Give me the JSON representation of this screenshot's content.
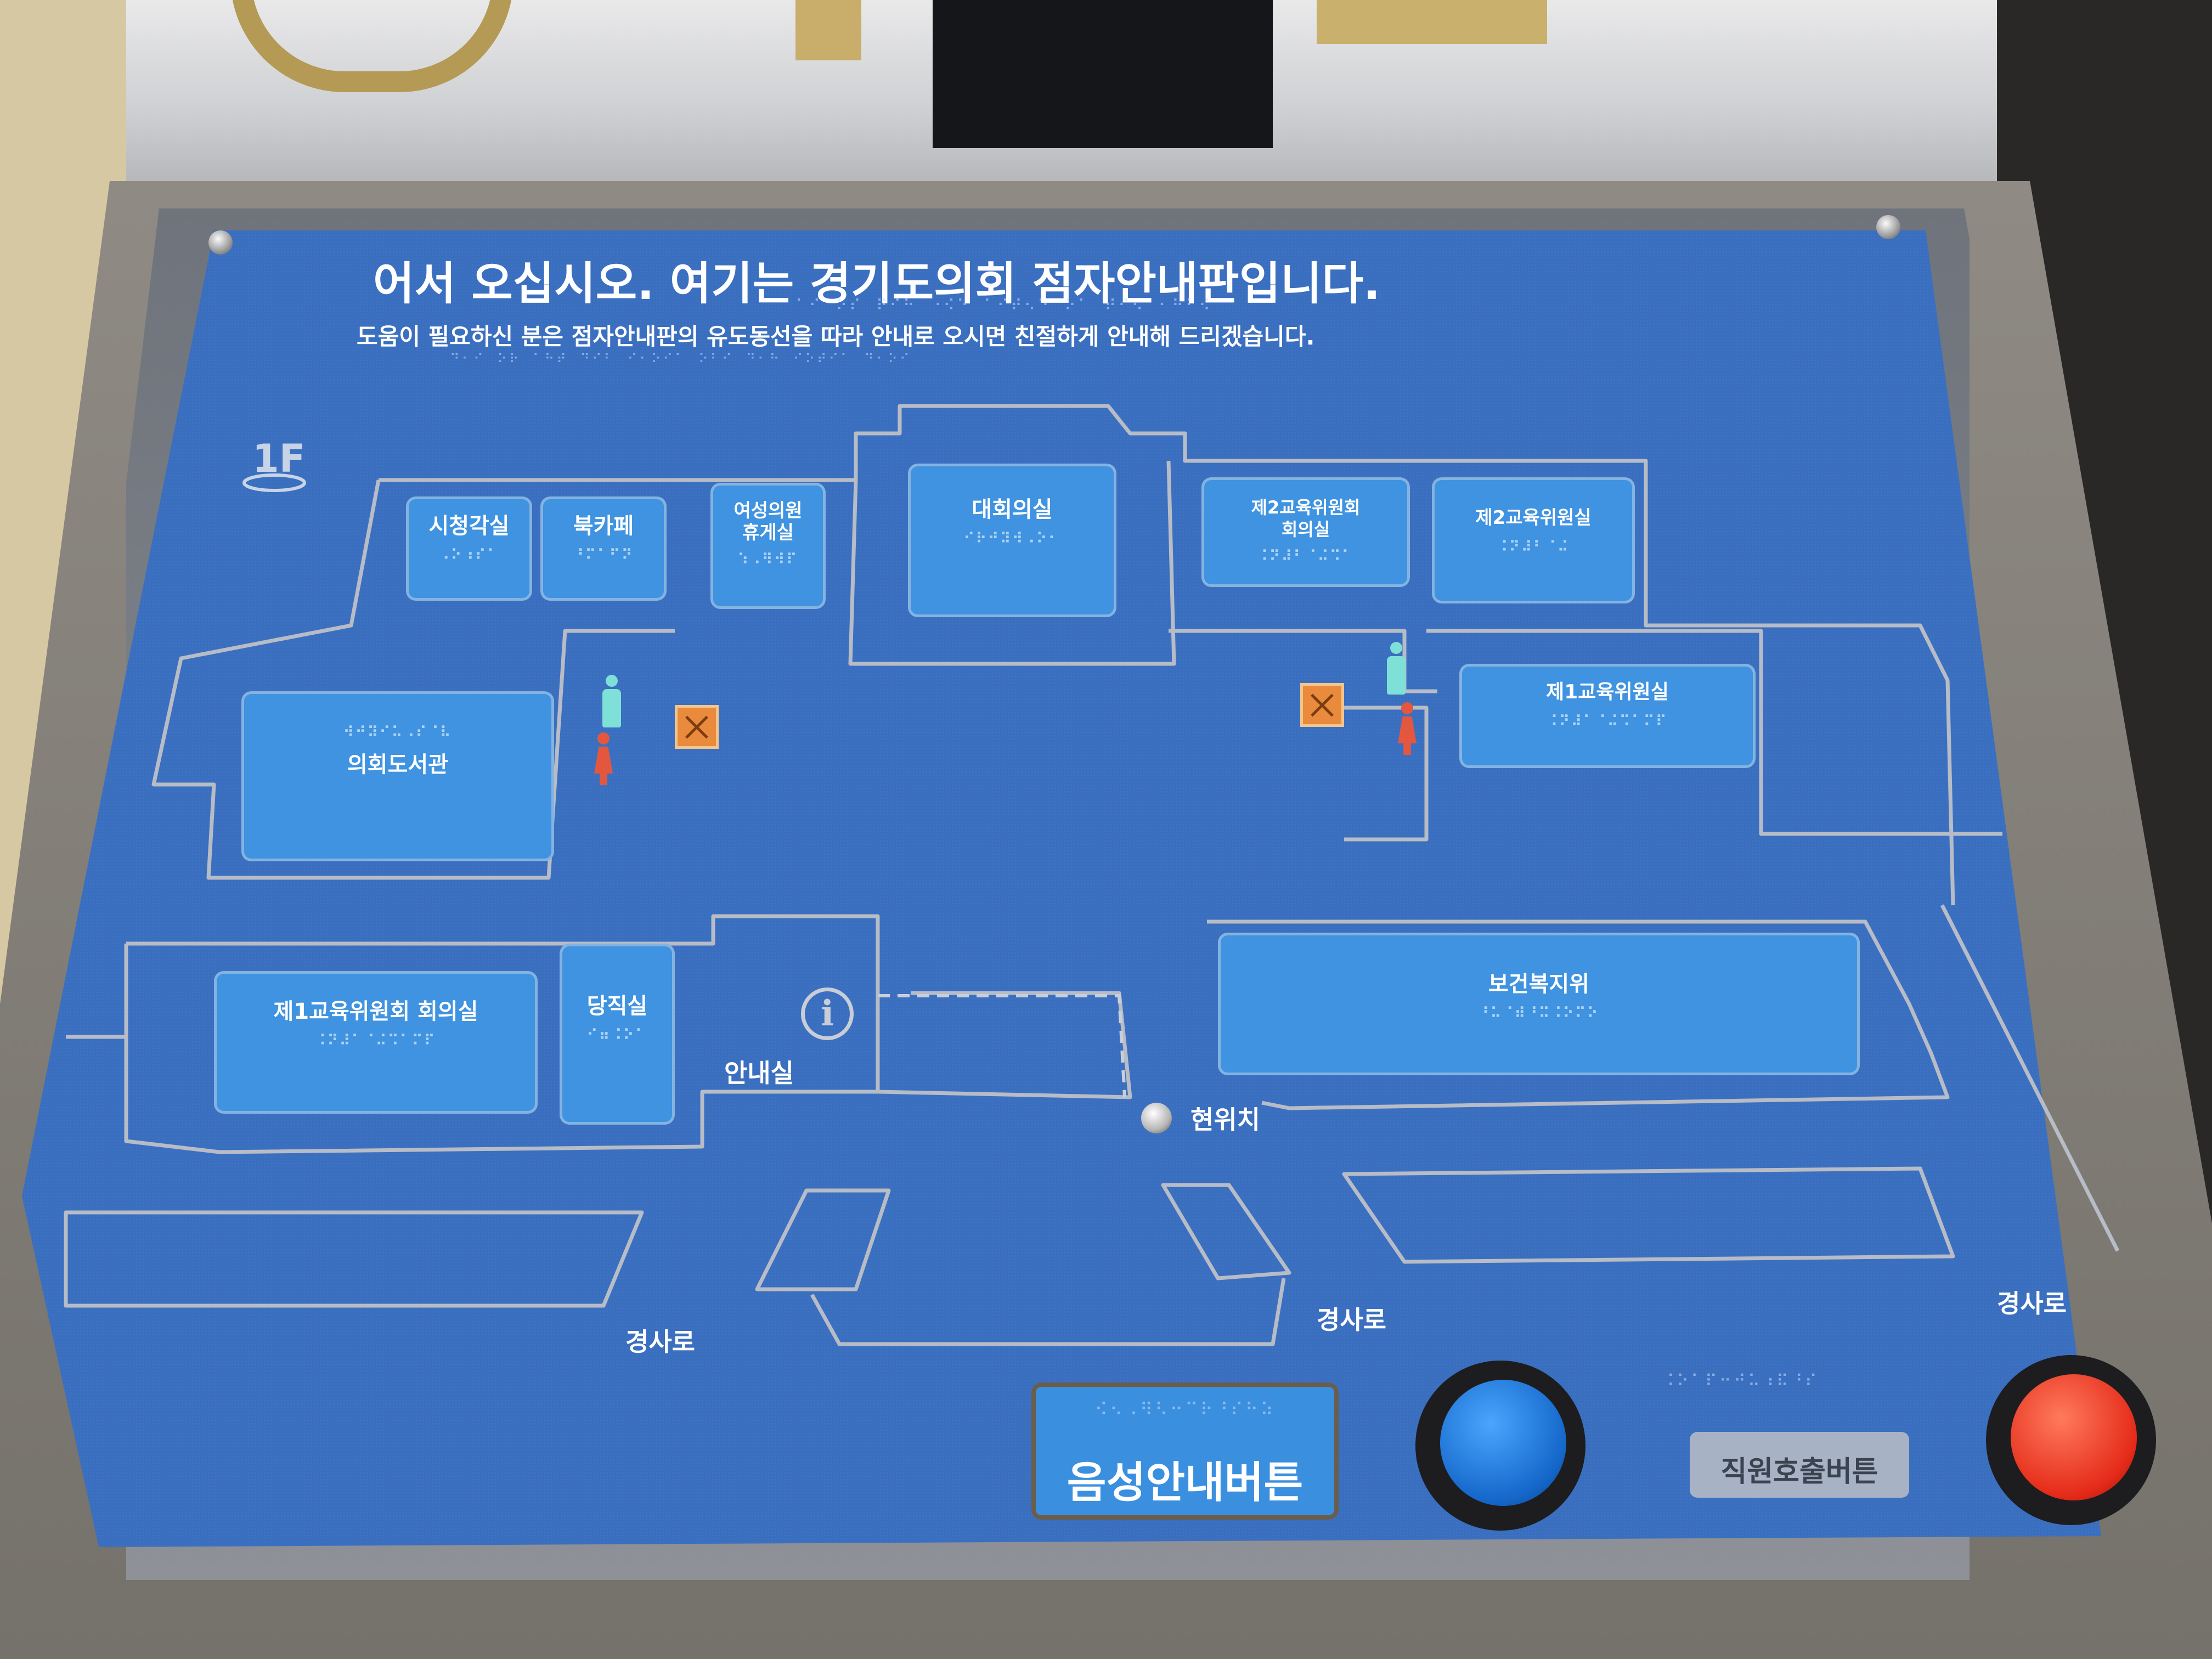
{
  "board": {
    "title": "어서 오십시오. 여기는 경기도의회 점자안내판입니다.",
    "subtitle": "도움이 필요하신 분은 점자안내판의 유도동선을 따라 안내로 오시면 친절하게 안내해 드리겠습니다.",
    "title_braille": "⠁⠊⠀⠕⠎⠀⠟⠊⠓⠀⠐⠪⠑⠀⠁⠊⠞⠢⠑⠀⠕⠁⠀⠞⠊⠢⠀⠂⠓⠃⠪",
    "subtitle_braille": "⠙⠂⠊⠀⠕⠗⠀⠁⠓⠞⠀⠙⠊⠃⠀⠊⠂⠕⠊⠁⠀⠕⠃⠊⠀⠙⠂⠓⠀⠊⠕⠞⠊⠁⠀⠙⠂⠕⠊"
  },
  "floor": {
    "label": "1F"
  },
  "rooms": [
    {
      "id": "viewing-room",
      "label": "시청각실",
      "braille": "⠠⠕⠰⠎⠁"
    },
    {
      "id": "book-cafe",
      "label": "북카페",
      "braille": "⠘⠍⠁⠋⠝"
    },
    {
      "id": "women-lounge",
      "label": "여성의원\n휴게실",
      "braille": "⠱⠠⠻⠺⠏"
    },
    {
      "id": "assembly-hall",
      "label": "대회의실",
      "braille": "⠊⠗⠚⠽⠺⠠⠕⠂"
    },
    {
      "id": "edu-committee-2-meeting",
      "label": "제2교육위원회\n회의실",
      "braille": "⠨⠝⠼⠃⠈⠬⠩⠁"
    },
    {
      "id": "edu-committee-2",
      "label": "제2교육위원실",
      "braille": "⠨⠝⠼⠃⠈⠬"
    },
    {
      "id": "edu-committee-1",
      "label": "제1교육위원실",
      "braille": "⠨⠝⠼⠁⠈⠬⠩⠁⠍⠏"
    },
    {
      "id": "library",
      "label": "의회도서관",
      "braille": "⠺⠚⠽⠊⠥⠠⠎⠈⠧"
    },
    {
      "id": "edu-committee-1-meeting",
      "label": "제1교육위원회 회의실",
      "braille": "⠨⠝⠼⠁⠈⠬⠩⠁⠍⠏"
    },
    {
      "id": "duty-room",
      "label": "당직실",
      "braille": "⠊⠶⠨⠕⠁"
    },
    {
      "id": "health-welfare",
      "label": "보건복지위",
      "braille": "⠘⠥⠈⠾⠘⠭⠨⠕⠍⠕"
    }
  ],
  "labels": {
    "info_room": "안내실",
    "current_location": "현위치",
    "ramp_left": "경사로",
    "ramp_center": "경사로",
    "ramp_right": "경사로"
  },
  "buttons": {
    "voice_guide": "음성안내버튼",
    "voice_braille": "⠪⠢⠠⠻⠣⠒⠉⠗⠘⠎⠓⠵",
    "staff_call": "직원호출버튼",
    "staff_braille": "⠨⠕⠁⠏⠒⠚⠥⠰⠯⠘⠎"
  },
  "colors": {
    "panel_blue": "#3a6fc0",
    "room_blue": "#3f93e0",
    "call_button_blue": "#1466c9",
    "call_button_red": "#e42a18",
    "elevator_orange": "#e98a3c"
  },
  "icons": [
    "restroom-man-icon",
    "restroom-woman-icon",
    "elevator-icon",
    "info-icon",
    "stairs-icon"
  ]
}
